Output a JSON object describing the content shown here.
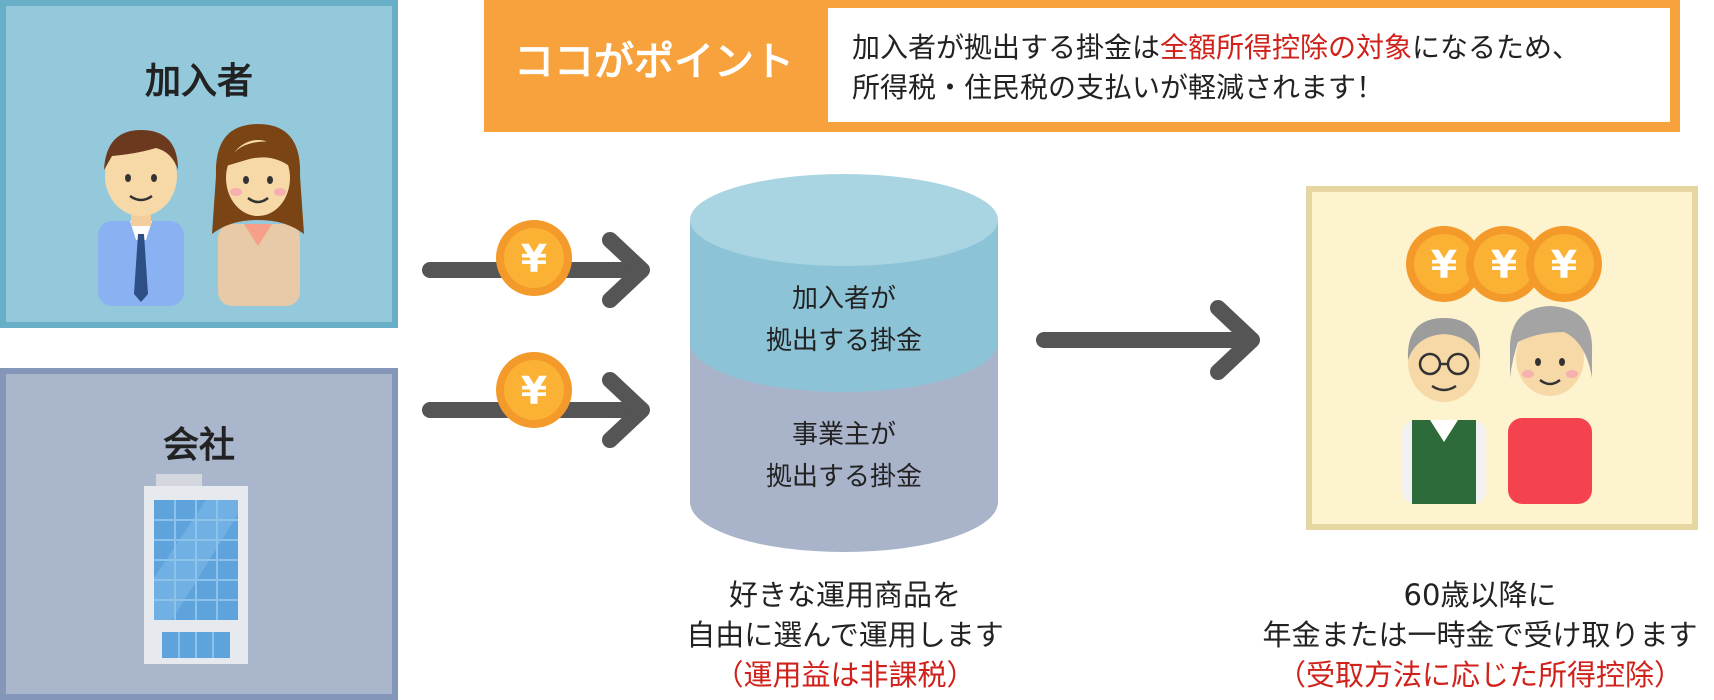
{
  "member_panel": {
    "title": "加入者"
  },
  "company_panel": {
    "title": "会社"
  },
  "point": {
    "label": "ココがポイント",
    "text_part1": "加入者が拠出する掛金は",
    "text_highlight": "全額所得控除の対象",
    "text_part2": "になるため、",
    "text_line2": "所得税・住民税の支払いが軽減されます！"
  },
  "coin_symbol": "¥",
  "cylinder": {
    "top_line1": "加入者が",
    "top_line2": "拠出する掛金",
    "bottom_line1": "事業主が",
    "bottom_line2": "拠出する掛金"
  },
  "center_caption": {
    "line1": "好きな運用商品を",
    "line2": "自由に選んで運用します",
    "line3": "（運用益は非課税）"
  },
  "right_caption": {
    "line1": "60歳以降に",
    "line2": "年金または一時金で受け取ります",
    "line3": "（受取方法に応じた所得控除）"
  },
  "colors": {
    "orange": "#f7a23c",
    "highlight_red": "#d0211b",
    "arrow_gray": "#555555",
    "cylinder_top": "#a9d4e1",
    "cylinder_mid": "#8cc3d6",
    "cylinder_bottom": "#a9b4cb"
  }
}
